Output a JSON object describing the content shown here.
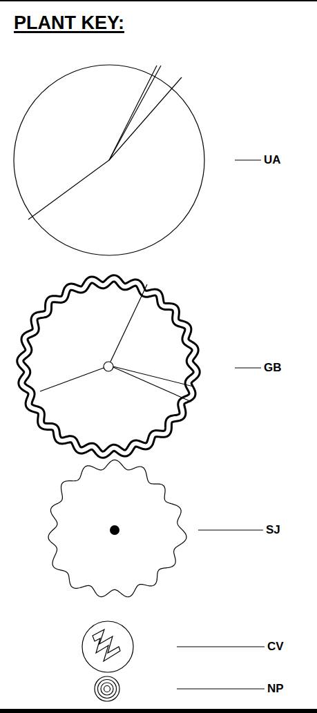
{
  "diagram": {
    "title": "PLANT KEY:",
    "labels": [
      "UA",
      "GB",
      "SJ",
      "CV",
      "NP"
    ]
  }
}
